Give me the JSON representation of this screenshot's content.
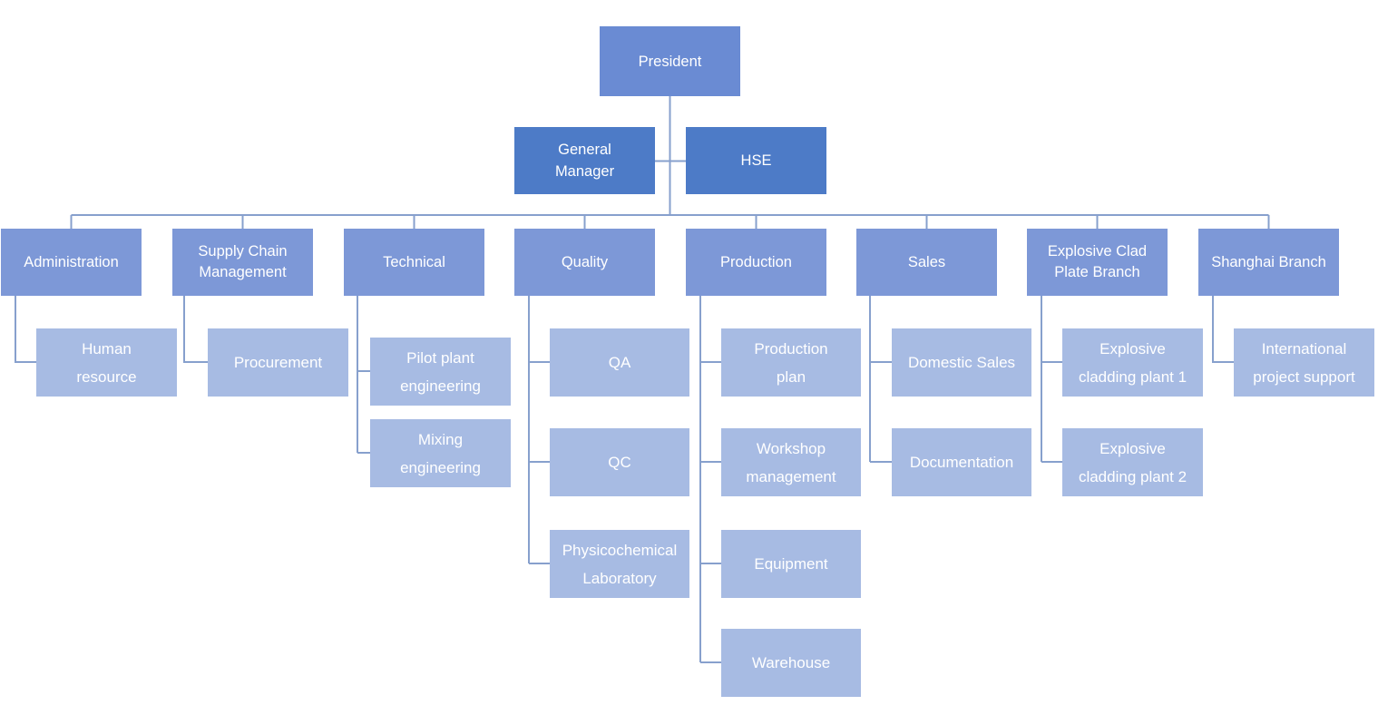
{
  "palette": {
    "president_fill": "#6a8bd3",
    "executive_fill": "#4d7bc7",
    "department_fill": "#7d98d7",
    "sub_fill": "#a7bbe3",
    "connector": "#87a0cd",
    "text": "#ffffff"
  },
  "nodes": {
    "president": "President",
    "general_manager": "General\nManager",
    "hse": "HSE",
    "administration": "Administration",
    "supply_chain": "Supply Chain\nManagement",
    "technical": "Technical",
    "quality": "Quality",
    "production": "Production",
    "sales": "Sales",
    "explosive_clad": "Explosive Clad\nPlate Branch",
    "shanghai": "Shanghai Branch",
    "human_resource": "Human\nresource",
    "procurement": "Procurement",
    "pilot_plant": "Pilot plant\nengineering",
    "mixing": "Mixing\nengineering",
    "qa": "QA",
    "qc": "QC",
    "physicochemical": "Physicochemical\nLaboratory",
    "production_plan": "Production\nplan",
    "workshop": "Workshop\nmanagement",
    "equipment": "Equipment",
    "warehouse": "Warehouse",
    "domestic_sales": "Domestic Sales",
    "documentation": "Documentation",
    "cladding_plant_1": "Explosive\ncladding plant 1",
    "cladding_plant_2": "Explosive\ncladding plant 2",
    "intl_project_support": "International\nproject support"
  },
  "hierarchy": {
    "root": "president",
    "staff_of_president": [
      "general_manager",
      "hse"
    ],
    "departments": {
      "administration": [
        "human_resource"
      ],
      "supply_chain": [
        "procurement"
      ],
      "technical": [
        "pilot_plant",
        "mixing"
      ],
      "quality": [
        "qa",
        "qc",
        "physicochemical"
      ],
      "production": [
        "production_plan",
        "workshop",
        "equipment",
        "warehouse"
      ],
      "sales": [
        "domestic_sales",
        "documentation"
      ],
      "explosive_clad": [
        "cladding_plant_1",
        "cladding_plant_2"
      ],
      "shanghai": [
        "intl_project_support"
      ]
    }
  }
}
